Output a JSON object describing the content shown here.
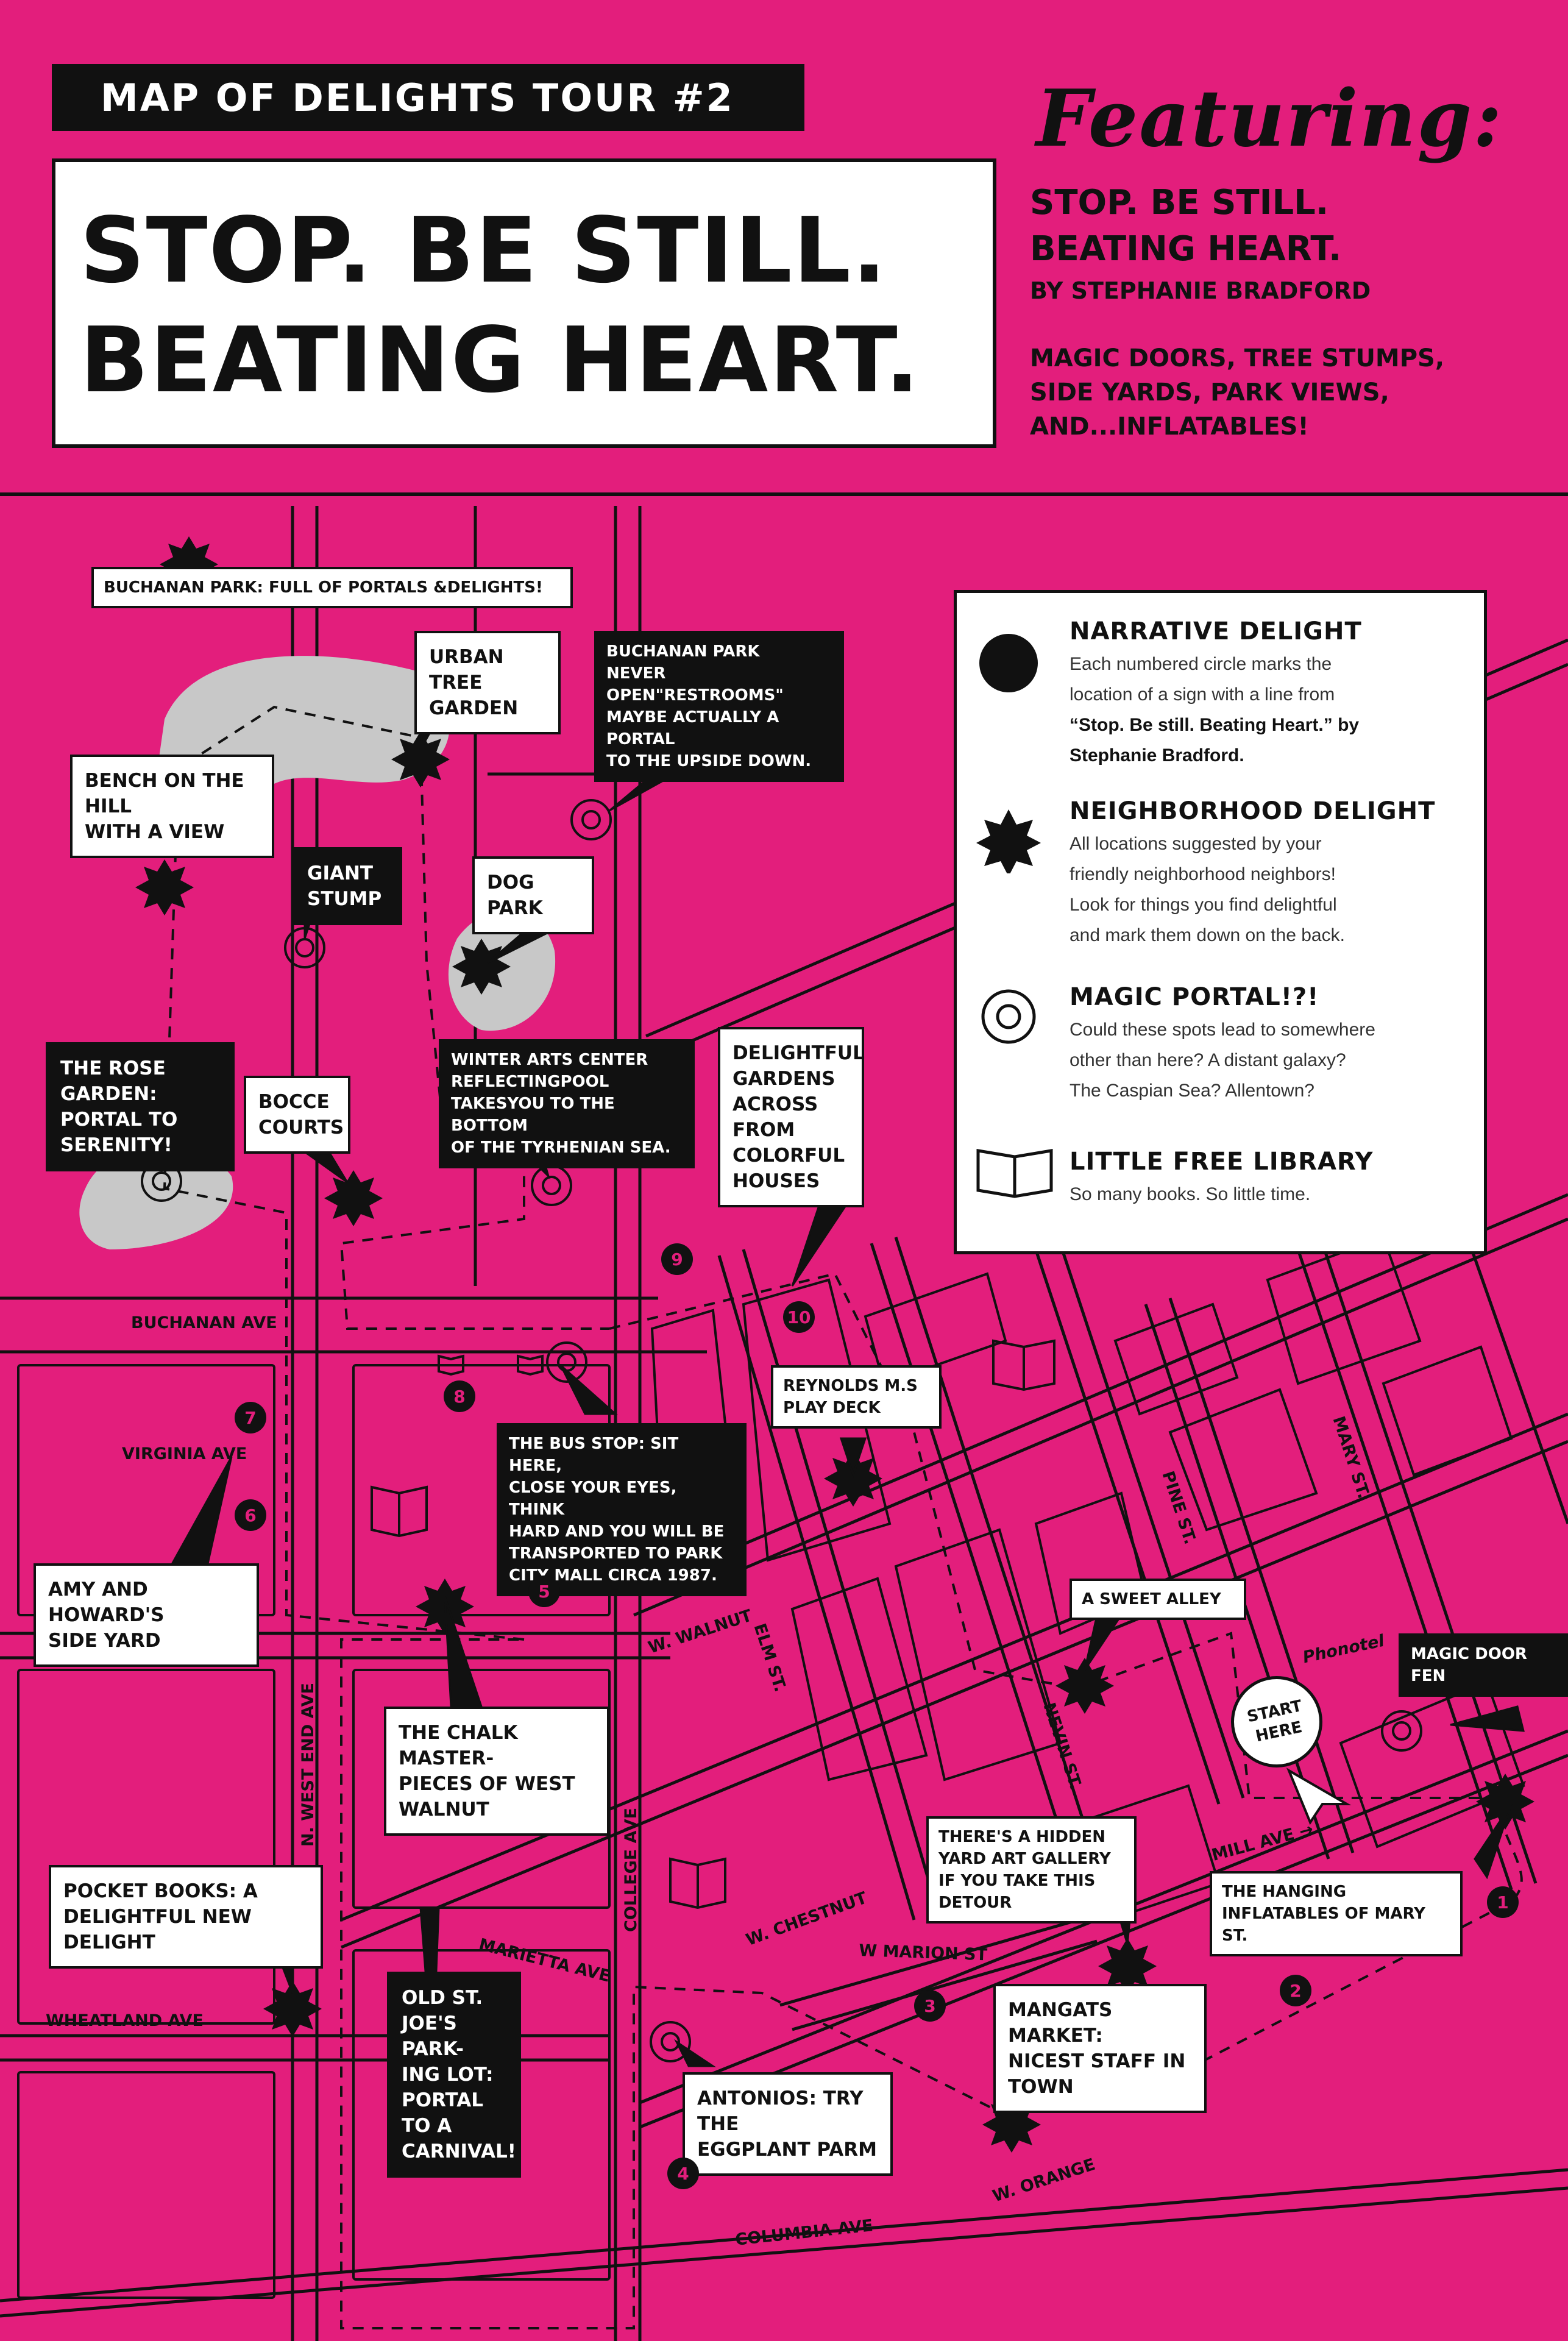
{
  "tour_label": "MAP OF DELIGHTS TOUR #2",
  "headline": {
    "line1": "STOP. BE STILL.",
    "line2": "BEATING HEART."
  },
  "featuring": {
    "title": "Featuring:",
    "work_line1": "STOP. BE STILL.",
    "work_line2": "BEATING HEART.",
    "byline": "BY STEPHANIE BRADFORD",
    "extras_line1": "MAGIC DOORS, TREE STUMPS,",
    "extras_line2": "SIDE YARDS, PARK VIEWS,",
    "extras_line3": "AND...INFLATABLES!"
  },
  "legend": {
    "narrative": {
      "title": "NARRATIVE DELIGHT",
      "desc1": "Each numbered circle marks the",
      "desc2": "location of a sign with a line from",
      "desc3": "“Stop. Be still. Beating Heart.” by",
      "desc4": "Stephanie Bradford."
    },
    "neighborhood": {
      "title": "NEIGHBORHOOD DELIGHT",
      "desc1": "All locations suggested by your",
      "desc2": "friendly neighborhood neighbors!",
      "desc3": "Look for things you find delightful",
      "desc4": "and mark them down on the back."
    },
    "portal": {
      "title": "MAGIC PORTAL!?!",
      "desc1": "Could these spots lead to somewhere",
      "desc2": "other than here? A distant galaxy?",
      "desc3": "The Caspian Sea? Allentown?"
    },
    "library": {
      "title": "LITTLE FREE LIBRARY",
      "desc1": "So many books. So little time."
    }
  },
  "callouts": {
    "buchanan_full": "BUCHANAN PARK: FULL OF PORTALS &DELIGHTS!",
    "urban_tree_1": "URBAN TREE",
    "urban_tree_2": "GARDEN",
    "restrooms_1": "BUCHANAN PARK",
    "restrooms_2": "NEVER OPEN\"RESTROOMS\"",
    "restrooms_3": "MAYBE ACTUALLY A PORTAL",
    "restrooms_4": "TO THE UPSIDE DOWN.",
    "bench_1": "BENCH ON THE HILL",
    "bench_2": "WITH A VIEW",
    "giant_stump_1": "GIANT",
    "giant_stump_2": "STUMP",
    "dog_park": "DOG PARK",
    "rose_garden_1": "THE ROSE GARDEN:",
    "rose_garden_2": "PORTAL TO",
    "rose_garden_3": "SERENITY!",
    "bocce_1": "BOCCE",
    "bocce_2": "COURTS",
    "winter_arts_1": "WINTER ARTS CENTER",
    "winter_arts_2": "REFLECTINGPOOL",
    "winter_arts_3": "TAKESYOU TO THE BOTTOM",
    "winter_arts_4": "OF THE TYRHENIAN SEA.",
    "gardens_1": "DELIGHTFUL",
    "gardens_2": "GARDENS",
    "gardens_3": "ACROSS FROM",
    "gardens_4": "COLORFUL",
    "gardens_5": "HOUSES",
    "reynolds_1": "REYNOLDS M.S",
    "reynolds_2": "PLAY DECK",
    "bus_stop_1": "THE BUS STOP: SIT HERE,",
    "bus_stop_2": "CLOSE YOUR EYES, THINK",
    "bus_stop_3": "HARD AND YOU WILL BE",
    "bus_stop_4": "TRANSPORTED TO PARK",
    "bus_stop_5": "CITY MALL CIRCA 1987.",
    "amy_howard_1": "AMY AND HOWARD'S",
    "amy_howard_2": "SIDE YARD",
    "sweet_alley": "A SWEET ALLEY",
    "magic_door": "MAGIC DOOR FEN",
    "chalk_1": "THE CHALK MASTER-",
    "chalk_2": "PIECES OF WEST",
    "chalk_3": "WALNUT",
    "pocket_books_1": "POCKET BOOKS: A",
    "pocket_books_2": "DELIGHTFUL NEW DELIGHT",
    "hidden_gallery_1": "THERE'S A HIDDEN",
    "hidden_gallery_2": "YARD ART GALLERY",
    "hidden_gallery_3": "IF YOU TAKE THIS DETOUR",
    "hanging_1": "THE HANGING",
    "hanging_2": "INFLATABLES OF MARY ST.",
    "old_st_joe_1": "OLD ST.",
    "old_st_joe_2": "JOE'S PARK-",
    "old_st_joe_3": "ING LOT:",
    "old_st_joe_4": "PORTAL TO A",
    "old_st_joe_5": "CARNIVAL!",
    "mangats_1": "MANGATS MARKET:",
    "mangats_2": "NICEST STAFF IN TOWN",
    "antonios_1": "ANTONIOS: TRY THE",
    "antonios_2": "EGGPLANT PARM",
    "start_1": "START",
    "start_2": "HERE"
  },
  "streets": {
    "buchanan": "BUCHANAN AVE",
    "virginia": "VIRGINIA AVE",
    "w_walnut": "W. WALNUT",
    "elm": "ELM ST.",
    "pine": "PINE ST.",
    "mary": "MARY ST.",
    "nevin": "NEVIN ST.",
    "n_west_end": "N. WEST END AVE",
    "college": "COLLEGE AVE",
    "w_chestnut": "W. CHESTNUT",
    "w_marion": "W MARION ST",
    "marietta": "MARIETTA AVE",
    "mill": "MILL AVE →",
    "wheatland": "WHEATLAND AVE",
    "w_orange": "W. ORANGE",
    "columbia": "COLUMBIA AVE",
    "phonotel": "Phonotel"
  },
  "numbers": [
    "1",
    "2",
    "3",
    "4",
    "5",
    "6",
    "7",
    "8",
    "9",
    "10"
  ],
  "colors": {
    "background": "#e31e7c",
    "ink": "#111111",
    "paper": "#ffffff",
    "park": "#c8c8c8"
  }
}
